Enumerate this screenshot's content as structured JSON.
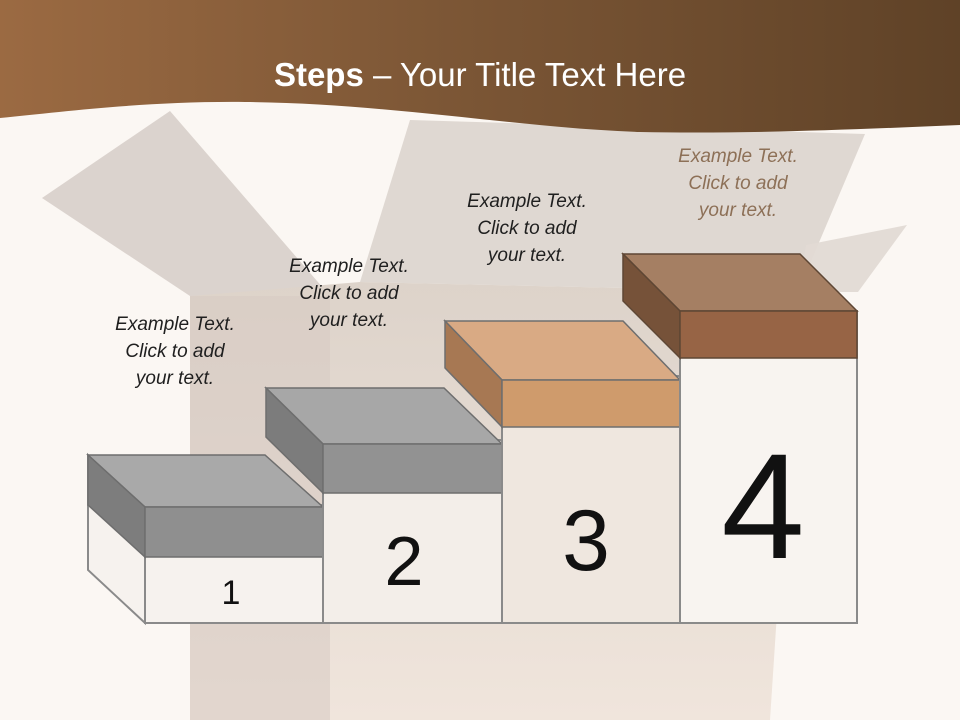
{
  "title": {
    "strong": "Steps",
    "rest": " – Your Title Text Here"
  },
  "steps": [
    {
      "number": "1",
      "caption": [
        "Example Text.",
        "Click  to add",
        "your text."
      ],
      "colors": {
        "top": "#a9a9a9",
        "left": "#7d7d7d",
        "front": "#8f8f8f"
      }
    },
    {
      "number": "2",
      "caption": [
        "Example Text.",
        "Click  to add",
        "your text."
      ],
      "colors": {
        "top": "#a7a7a7",
        "left": "#7c7c7c",
        "front": "#929292"
      }
    },
    {
      "number": "3",
      "caption": [
        "Example Text.",
        "Click  to add",
        "your text."
      ],
      "colors": {
        "top": "#d9aa84",
        "left": "#a77853",
        "front": "#cf9b6c"
      }
    },
    {
      "number": "4",
      "caption": [
        "Example Text.",
        "Click  to add",
        "your text."
      ],
      "colors": {
        "top": "#a57f63",
        "left": "#765239",
        "front": "#976445"
      }
    }
  ],
  "theme": {
    "header": "#7c5532",
    "background": "#fbf7f3",
    "caption_text": "#1f1f1f",
    "accent_caption": "#8d7057"
  }
}
